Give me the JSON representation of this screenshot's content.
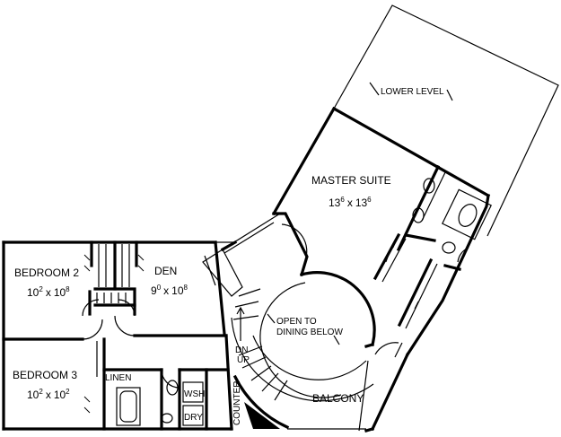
{
  "rooms": {
    "lower_level": "LOWER LEVEL",
    "master_suite": {
      "name": "MASTER SUITE",
      "w": "13",
      "w_sup": "6",
      "x": "x",
      "h": "13",
      "h_sup": "6"
    },
    "bedroom2": {
      "name": "BEDROOM 2",
      "w": "10",
      "w_sup": "2",
      "x": "x",
      "h": "10",
      "h_sup": "8"
    },
    "den": {
      "name": "DEN",
      "w": "9",
      "w_sup": "0",
      "x": "x",
      "h": "10",
      "h_sup": "8"
    },
    "bedroom3": {
      "name": "BEDROOM 3",
      "w": "10",
      "w_sup": "2",
      "x": "x",
      "h": "10",
      "h_sup": "2"
    },
    "open_to_line1": "OPEN TO",
    "open_to_line2": "DINING BELOW",
    "balcony": "BALCONY",
    "linen": "LINEN",
    "wsh": "WSH",
    "dry": "DRY",
    "counter": "COUNTER",
    "dn": "DN",
    "up": "UP"
  }
}
